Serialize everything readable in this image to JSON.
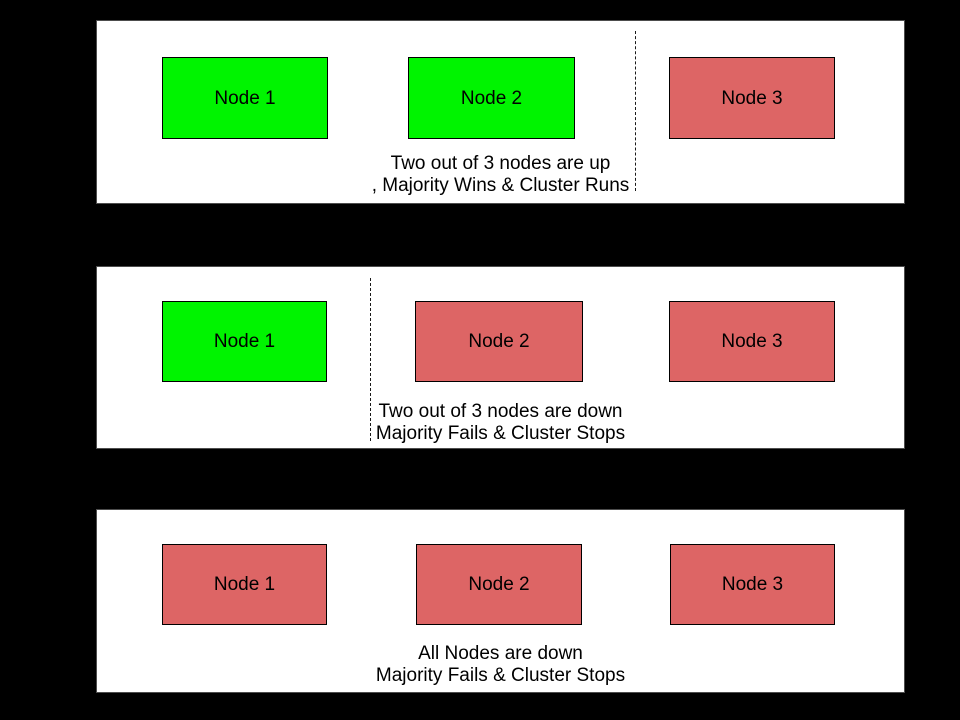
{
  "background_color": "#000000",
  "colors": {
    "node_up": "#00f400",
    "node_down": "#dd6565",
    "panel_bg": "#ffffff",
    "text": "#000000"
  },
  "panels": [
    {
      "name": "two-nodes-up",
      "nodes": [
        {
          "label": "Node 1",
          "status": "up",
          "color": "#00f400"
        },
        {
          "label": "Node 2",
          "status": "up",
          "color": "#00f400"
        },
        {
          "label": "Node 3",
          "status": "down",
          "color": "#dd6565"
        }
      ],
      "caption": [
        "Two out of 3 nodes are up",
        ", Majority Wins & Cluster Runs"
      ]
    },
    {
      "name": "one-node-up",
      "nodes": [
        {
          "label": "Node 1",
          "status": "up",
          "color": "#00f400"
        },
        {
          "label": "Node 2",
          "status": "down",
          "color": "#dd6565"
        },
        {
          "label": "Node 3",
          "status": "down",
          "color": "#dd6565"
        }
      ],
      "caption": [
        "Two out of 3 nodes are down",
        "Majority Fails & Cluster Stops"
      ]
    },
    {
      "name": "all-nodes-down",
      "nodes": [
        {
          "label": "Node 1",
          "status": "down",
          "color": "#dd6565"
        },
        {
          "label": "Node 2",
          "status": "down",
          "color": "#dd6565"
        },
        {
          "label": "Node 3",
          "status": "down",
          "color": "#dd6565"
        }
      ],
      "caption": [
        "All Nodes are down",
        "Majority Fails & Cluster Stops"
      ]
    }
  ]
}
